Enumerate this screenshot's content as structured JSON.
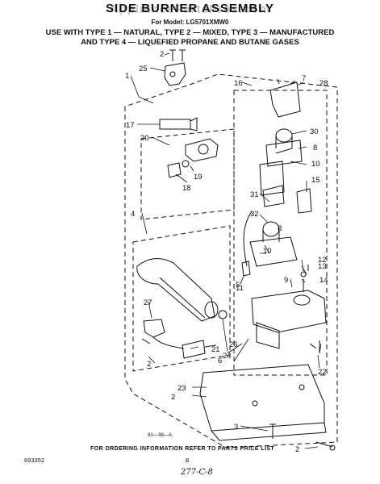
{
  "header": {
    "title": "SIDE BURNER ASSEMBLY",
    "watermark": "AppliancePartsPros.com",
    "model": "For Model: LG5701XMW0",
    "use_line_1": "USE WITH TYPE 1 — NATURAL, TYPE 2 — MIXED, TYPE 3 — MANUFACTURED",
    "use_line_2": "AND TYPE 4 — LIQUEFIED PROPANE AND BUTANE GASES"
  },
  "callouts": {
    "c2a": "2",
    "c25": "25",
    "c1": "1",
    "c17": "17",
    "c20": "20",
    "c19": "19",
    "c18": "18",
    "c4": "4",
    "c16": "16",
    "c7": "7",
    "c28": "28",
    "c30": "30",
    "c8a": "8",
    "c10a": "10",
    "c15": "15",
    "c31": "31",
    "c32": "32",
    "c8b": "8",
    "c10b": "10",
    "c11": "11",
    "c12": "12",
    "c13": "13",
    "c9": "9",
    "c14": "14",
    "c27": "27",
    "c21": "21",
    "c26": "26",
    "c24": "24",
    "c2b": "2",
    "c6": "6",
    "c5": "5",
    "c22": "22",
    "c23": "23",
    "c2c": "2",
    "c3": "3",
    "c2d": "2"
  },
  "footer": {
    "ordering_note": "FOR ORDERING INFORMATION REFER TO PARTS PRICE LIST",
    "doc_number": "693352",
    "page_number": "8",
    "drawing_code": "8A—98—A",
    "handwritten": "277-C-8"
  }
}
